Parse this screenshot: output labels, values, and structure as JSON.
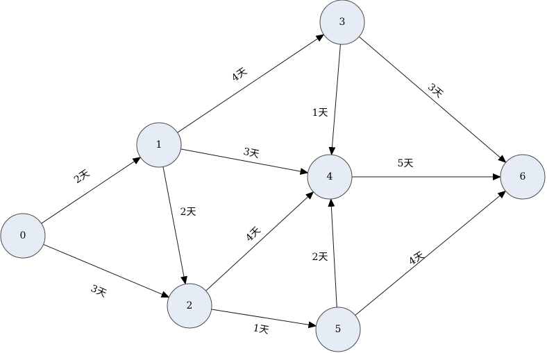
{
  "nodes": [
    {
      "id": "0",
      "label": "0"
    },
    {
      "id": "1",
      "label": "1"
    },
    {
      "id": "2",
      "label": "2"
    },
    {
      "id": "3",
      "label": "3"
    },
    {
      "id": "4",
      "label": "4"
    },
    {
      "id": "5",
      "label": "5"
    },
    {
      "id": "6",
      "label": "6"
    }
  ],
  "edges": [
    {
      "from": "0",
      "to": "1",
      "label": "2天"
    },
    {
      "from": "0",
      "to": "2",
      "label": "3天"
    },
    {
      "from": "1",
      "to": "3",
      "label": "4天"
    },
    {
      "from": "1",
      "to": "4",
      "label": "3天"
    },
    {
      "from": "1",
      "to": "2",
      "label": "2天"
    },
    {
      "from": "2",
      "to": "4",
      "label": "4天"
    },
    {
      "from": "2",
      "to": "5",
      "label": "1天"
    },
    {
      "from": "3",
      "to": "4",
      "label": "1天"
    },
    {
      "from": "3",
      "to": "6",
      "label": "3天"
    },
    {
      "from": "4",
      "to": "6",
      "label": "5天"
    },
    {
      "from": "5",
      "to": "4",
      "label": "2天"
    },
    {
      "from": "5",
      "to": "6",
      "label": "4天"
    }
  ]
}
